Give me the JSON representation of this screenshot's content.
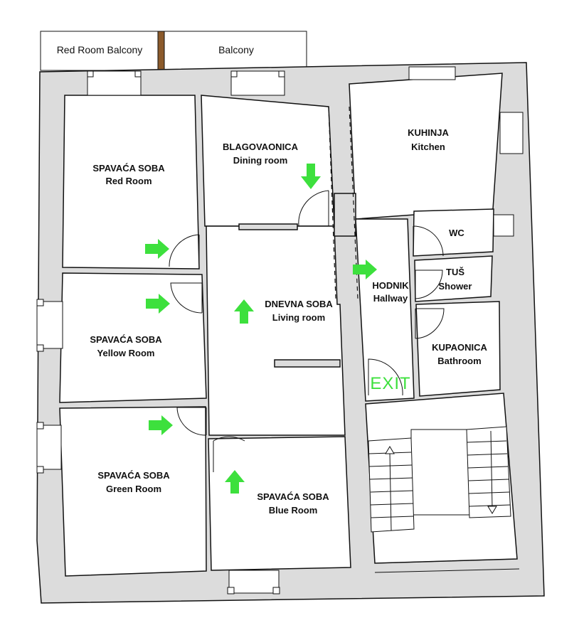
{
  "plan": {
    "balconies": [
      {
        "id": "red-room-balcony",
        "label": "Red Room Balcony"
      },
      {
        "id": "balcony",
        "label": "Balcony"
      }
    ],
    "rooms": [
      {
        "id": "red-room",
        "name": "SPAVAĆA SOBA",
        "sub": "Red Room"
      },
      {
        "id": "dining-room",
        "name": "BLAGOVAONICA",
        "sub": "Dining room"
      },
      {
        "id": "kitchen",
        "name": "KUHINJA",
        "sub": "Kitchen"
      },
      {
        "id": "wc",
        "name": "WC",
        "sub": ""
      },
      {
        "id": "shower",
        "name": "TUŠ",
        "sub": "Shower"
      },
      {
        "id": "living-room",
        "name": "DNEVNA SOBA",
        "sub": "Living room"
      },
      {
        "id": "hallway",
        "name": "HODNIK",
        "sub": "Hallway"
      },
      {
        "id": "yellow-room",
        "name": "SPAVAĆA SOBA",
        "sub": "Yellow Room"
      },
      {
        "id": "bathroom",
        "name": "KUPAONICA",
        "sub": "Bathroom"
      },
      {
        "id": "green-room",
        "name": "SPAVAĆA SOBA",
        "sub": "Green Room"
      },
      {
        "id": "blue-room",
        "name": "SPAVAĆA SOBA",
        "sub": "Blue Room"
      }
    ],
    "exit_label": "EXIT",
    "colors": {
      "arrow": "#3de03d",
      "wall": "#dcdcdc",
      "exit": "#3de03d"
    },
    "arrows": [
      {
        "id": "red-room-entry",
        "direction": "right"
      },
      {
        "id": "dining-entry",
        "direction": "down"
      },
      {
        "id": "hallway-entry",
        "direction": "right"
      },
      {
        "id": "yellow-room-entry",
        "direction": "right"
      },
      {
        "id": "living-room-marker",
        "direction": "up"
      },
      {
        "id": "green-room-entry",
        "direction": "right"
      },
      {
        "id": "blue-room-entry",
        "direction": "up"
      }
    ]
  }
}
